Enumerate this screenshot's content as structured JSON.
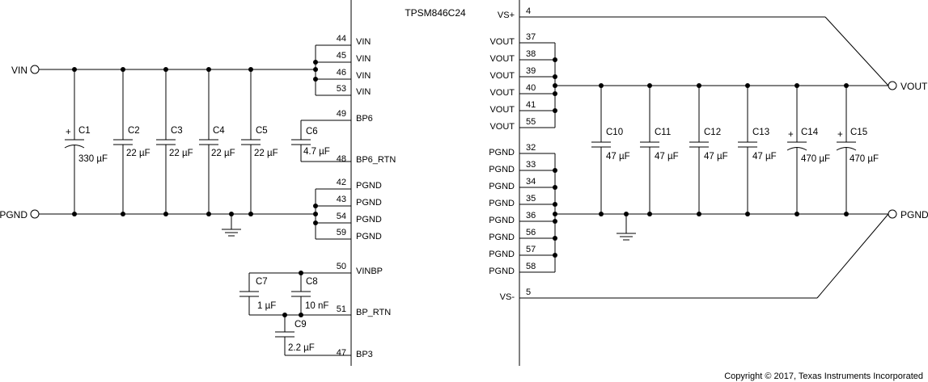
{
  "ic": {
    "name": "TPSM846C24"
  },
  "nets": {
    "vin": "VIN",
    "pgnd_left": "PGND",
    "vout": "VOUT",
    "pgnd_right": "PGND"
  },
  "left_pins": [
    {
      "num": "44",
      "name": "VIN"
    },
    {
      "num": "45",
      "name": "VIN"
    },
    {
      "num": "46",
      "name": "VIN"
    },
    {
      "num": "53",
      "name": "VIN"
    },
    {
      "num": "49",
      "name": "BP6"
    },
    {
      "num": "48",
      "name": "BP6_RTN"
    },
    {
      "num": "42",
      "name": "PGND"
    },
    {
      "num": "43",
      "name": "PGND"
    },
    {
      "num": "54",
      "name": "PGND"
    },
    {
      "num": "59",
      "name": "PGND"
    },
    {
      "num": "50",
      "name": "VINBP"
    },
    {
      "num": "51",
      "name": "BP_RTN"
    },
    {
      "num": "47",
      "name": "BP3"
    }
  ],
  "right_pins": [
    {
      "num": "4",
      "name": "VS+"
    },
    {
      "num": "37",
      "name": "VOUT"
    },
    {
      "num": "38",
      "name": "VOUT"
    },
    {
      "num": "39",
      "name": "VOUT"
    },
    {
      "num": "40",
      "name": "VOUT"
    },
    {
      "num": "41",
      "name": "VOUT"
    },
    {
      "num": "55",
      "name": "VOUT"
    },
    {
      "num": "32",
      "name": "PGND"
    },
    {
      "num": "33",
      "name": "PGND"
    },
    {
      "num": "34",
      "name": "PGND"
    },
    {
      "num": "35",
      "name": "PGND"
    },
    {
      "num": "36",
      "name": "PGND"
    },
    {
      "num": "56",
      "name": "PGND"
    },
    {
      "num": "57",
      "name": "PGND"
    },
    {
      "num": "58",
      "name": "PGND"
    },
    {
      "num": "5",
      "name": "VS-"
    }
  ],
  "capacitors": [
    {
      "ref": "C1",
      "value": "330 µF",
      "polarized": true
    },
    {
      "ref": "C2",
      "value": "22 µF",
      "polarized": false
    },
    {
      "ref": "C3",
      "value": "22 µF",
      "polarized": false
    },
    {
      "ref": "C4",
      "value": "22 µF",
      "polarized": false
    },
    {
      "ref": "C5",
      "value": "22 µF",
      "polarized": false
    },
    {
      "ref": "C6",
      "value": "4.7 µF",
      "polarized": false
    },
    {
      "ref": "C7",
      "value": "1 µF",
      "polarized": false
    },
    {
      "ref": "C8",
      "value": "10 nF",
      "polarized": false
    },
    {
      "ref": "C9",
      "value": "2.2 µF",
      "polarized": false
    },
    {
      "ref": "C10",
      "value": "47 µF",
      "polarized": false
    },
    {
      "ref": "C11",
      "value": "47 µF",
      "polarized": false
    },
    {
      "ref": "C12",
      "value": "47 µF",
      "polarized": false
    },
    {
      "ref": "C13",
      "value": "47 µF",
      "polarized": false
    },
    {
      "ref": "C14",
      "value": "470 µF",
      "polarized": true
    },
    {
      "ref": "C15",
      "value": "470 µF",
      "polarized": true
    }
  ],
  "polarity_mark": "+",
  "copyright": "Copyright © 2017, Texas Instruments Incorporated"
}
